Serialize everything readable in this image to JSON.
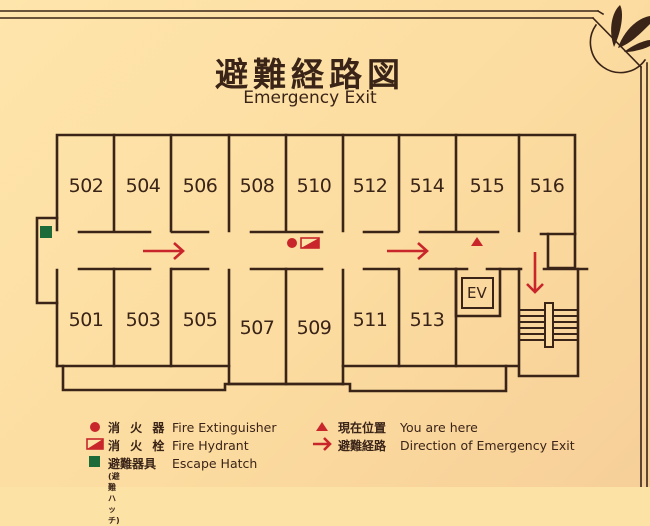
{
  "title": {
    "japanese": "避難経路図",
    "english": "Emergency Exit"
  },
  "rooms": {
    "north": [
      "502",
      "504",
      "506",
      "508",
      "510",
      "512",
      "514",
      "515",
      "516"
    ],
    "south": [
      "501",
      "503",
      "505",
      "507",
      "509",
      "511",
      "513"
    ]
  },
  "elevator_label": "EV",
  "legend": {
    "fire_extinguisher": {
      "icon": "red-circle-icon",
      "japanese": "消 火 器",
      "english": "Fire Extinguisher"
    },
    "fire_hydrant": {
      "icon": "red-diagonal-box-icon",
      "japanese": "消 火 栓",
      "english": "Fire Hydrant"
    },
    "escape_hatch": {
      "icon": "green-square-icon",
      "japanese": "避難器具",
      "sub": "(避難ハッチ)",
      "english": "Escape Hatch"
    },
    "you_are_here": {
      "icon": "red-triangle-icon",
      "japanese": "現在位置",
      "english": "You are here"
    },
    "exit_direction": {
      "icon": "red-arrow-icon",
      "japanese": "避難経路",
      "english": "Direction of Emergency Exit"
    }
  },
  "colors": {
    "background": "#fde2a6",
    "line": "#3a2418",
    "red": "#c8262a",
    "green": "#1e6b3a"
  }
}
